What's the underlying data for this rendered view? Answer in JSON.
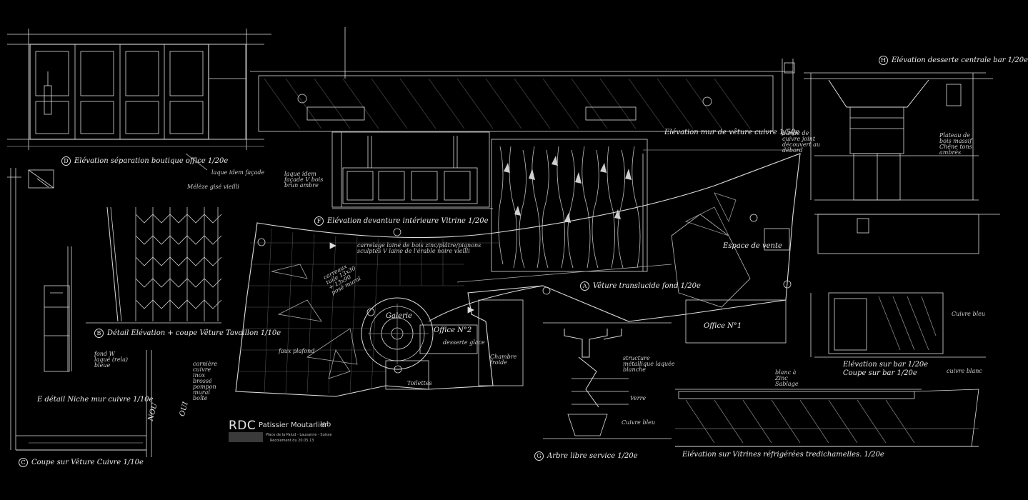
{
  "labels": {
    "d": "D",
    "d_title": "Elévation séparation boutique office  1/20e",
    "d_note": "laque idem façade",
    "b": "B",
    "b_title": "Détail Elévation + coupe Vêture Tavaillon  1/10e",
    "b_note_melze": "Mélèze gisé vieilli",
    "e_title": "E  détail Niche mur cuivre  1/10e",
    "fond_note": "fond W laqué (rela) bleue",
    "cuivre_note": "cornière cuivre inox brossé pompon mural boîte",
    "c": "C",
    "c_title": "Coupe sur Vêture Cuivre  1/10e",
    "nou": "NOU",
    "oui": "OUI",
    "f": "F",
    "f_title": "Elévation devanture intérieure Vitrine  1/20e",
    "f_note": "laque idem façade V bois brun ambre",
    "e_wall_title": "Elévation mur de vêture cuivre  1/50e",
    "e_wall_note": "bande de cuivre joint découvert au débord",
    "h": "H",
    "h_title": "Elévation desserte centrale bar  1/20e",
    "h_note": "Plateau de bois massif Chêne tons ambrés",
    "cuivre_bleu": "Cuivre bleu",
    "elev_bar": "Elévation sur bar  1/20e",
    "coupe_bar": "Coupe sur bar  1/20e",
    "a": "A",
    "a_title": "Vêture translucide fond  1/20e",
    "cloison_note": "carrelage laine de bois zinc/plâtre/pignons sculptés V laine de l'érable noire vieilli",
    "carreaux_note": "carreaux tuile 13x30 + 13x90 posé mural",
    "faux_plafond": "faux plafond",
    "galerie": "Galerie",
    "office2": "Office N°2",
    "desserte_glace": "desserte glace",
    "toilettes": "Toilettes",
    "chambre_froide": "Chambre froide",
    "office1": "Office N°1",
    "espace_vente": "Espace de vente",
    "g": "G",
    "g_title": "Arbre libre service  1/20e",
    "g_note1": "structure métallique laquée blanche",
    "g_note2": "Verre",
    "g_note3": "Cuivre bleu",
    "vitrines_title": "Elévation sur Vitrines réfrigérées tredichamelles.  1/20e",
    "vitrines_note1": "blanc à Zinc Sablage",
    "vitrines_note2": "cuivre blanc"
  },
  "title_block": {
    "rdc": "RDC",
    "name": "Patissier Moutarlier",
    "address": "Place de la Palud - Lausanne - Suisse",
    "date": "Récolement du 20.05.13",
    "logo": "lab"
  },
  "colors": {
    "background": "#000000",
    "ink": "#e8e8e8",
    "ink_dim": "#9a9a9a"
  }
}
